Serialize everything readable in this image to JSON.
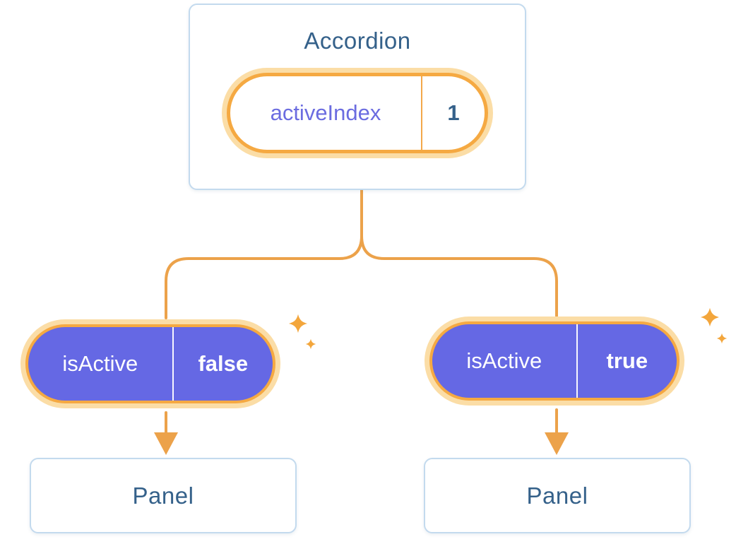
{
  "accordion": {
    "title": "Accordion",
    "state_pill": {
      "label": "activeIndex",
      "value": "1"
    }
  },
  "children": [
    {
      "prop_pill": {
        "label": "isActive",
        "value": "false"
      },
      "panel_title": "Panel"
    },
    {
      "prop_pill": {
        "label": "isActive",
        "value": "true"
      },
      "panel_title": "Panel"
    }
  ],
  "icons": {
    "sparkle": "sparkle-icon"
  },
  "colors": {
    "accent_orange": "#f3a84a",
    "glow_orange_pale": "#fbdda6",
    "pill_purple": "#6568e4",
    "heading_blue": "#35618a",
    "state_label_purple": "#6b6ce0",
    "card_border_blue": "#c3daee",
    "card_background": "#ffffff"
  }
}
